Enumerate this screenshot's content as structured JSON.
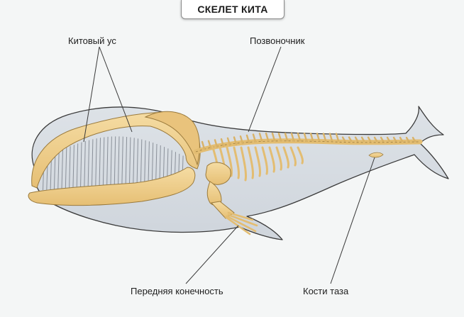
{
  "title": "СКЕЛЕТ КИТА",
  "labels": {
    "baleen": "Китовый ус",
    "spine": "Позвоночник",
    "front_limb": "Передняя конечность",
    "pelvis": "Кости таза"
  },
  "colors": {
    "background": "#f4f6f6",
    "body_fill": "#d7dde3",
    "body_outline": "#3a3a3a",
    "bone_fill": "#f0cf8e",
    "bone_outline": "#9a7a3c",
    "baleen_plates": "#8a9099",
    "leader_line": "#3a3a3a"
  }
}
